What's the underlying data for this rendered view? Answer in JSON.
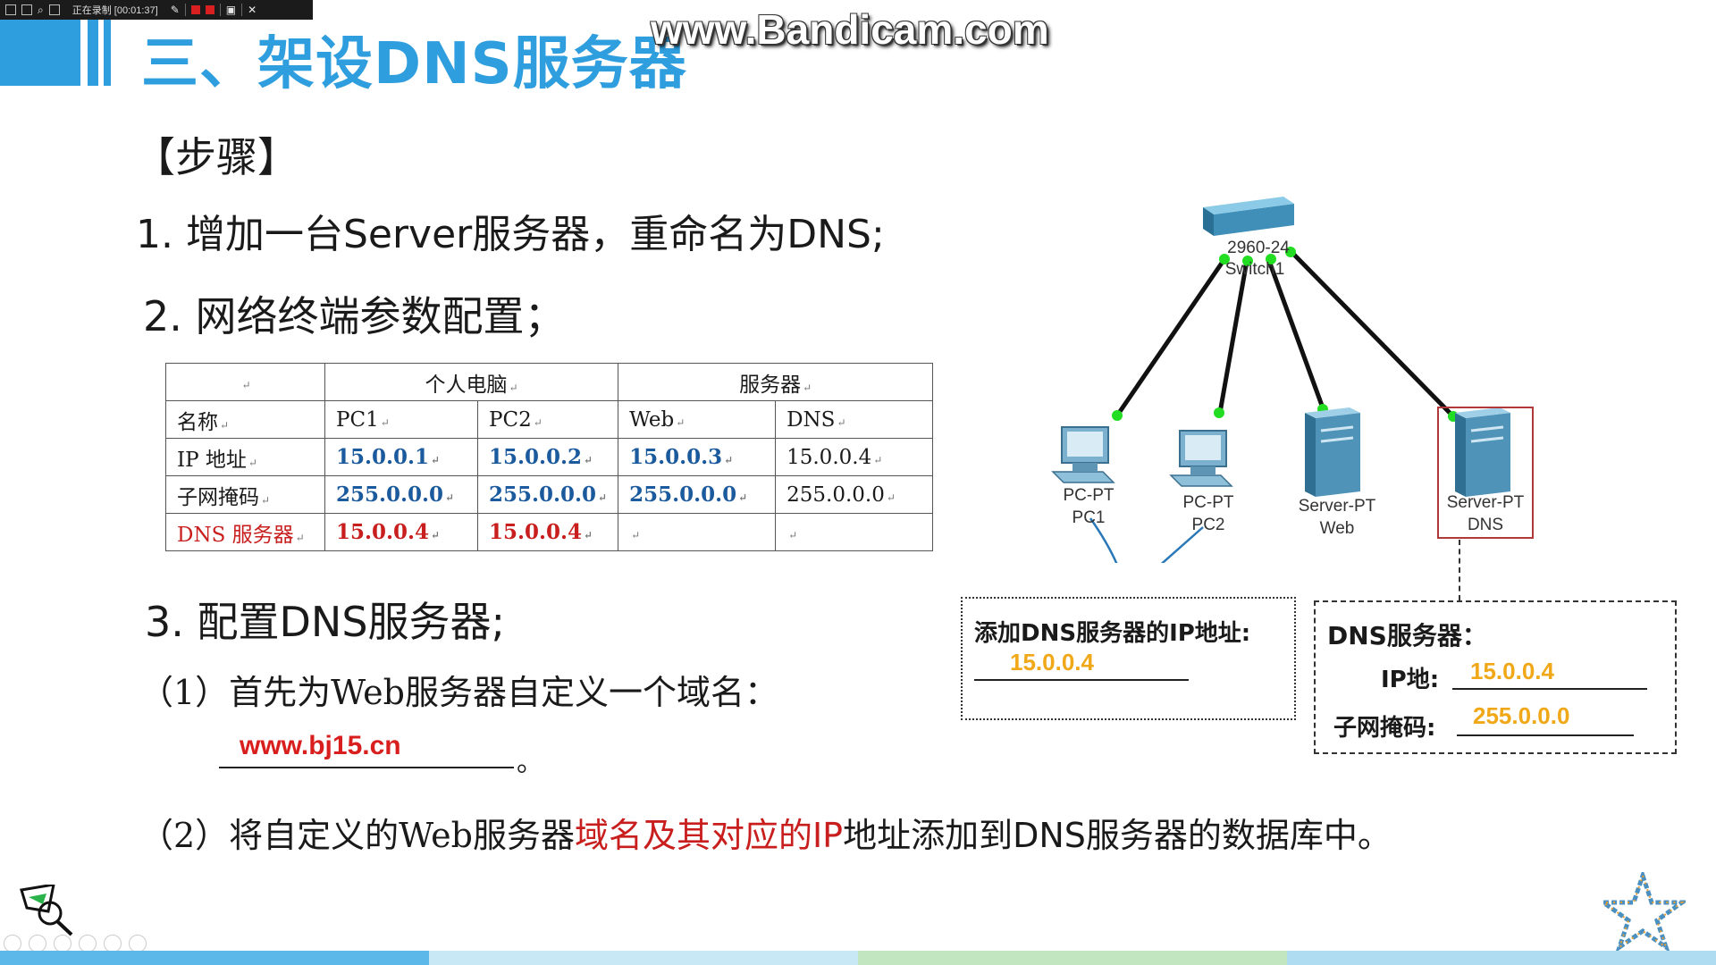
{
  "recorder": {
    "status": "正在录制 [00:01:37]"
  },
  "watermark": "www.Bandicam.com",
  "page_title": "三、架设DNS服务器",
  "steps_heading": "【步骤】",
  "step1": "1.  增加一台Server服务器，重命名为DNS;",
  "step2": "2.  网络终端参数配置；",
  "table": {
    "group_pc": "个人电脑",
    "group_server": "服务器",
    "rows": [
      {
        "label": "名称",
        "pc1": "PC1",
        "pc2": "PC2",
        "web": "Web",
        "dns": "DNS"
      },
      {
        "label": "IP  地址",
        "pc1": "15.0.0.1",
        "pc2": "15.0.0.2",
        "web": "15.0.0.3",
        "dns": "15.0.0.4"
      },
      {
        "label": "子网掩码",
        "pc1": "255.0.0.0",
        "pc2": "255.0.0.0",
        "web": "255.0.0.0",
        "dns": "255.0.0.0"
      },
      {
        "label": "DNS 服务器",
        "pc1": "15.0.0.4",
        "pc2": "15.0.0.4",
        "web": "",
        "dns": ""
      }
    ]
  },
  "step3": "3. 配置DNS服务器;",
  "sub1": "（1）首先为Web服务器自定义一个域名：",
  "domain_answer": "www.bj15.cn",
  "domain_end": "。",
  "sub2": {
    "part1": "（2）将自定义的Web服务器",
    "part2": "域名及其对应的IP",
    "part3": "地址",
    "part4": "添加到DNS服务器",
    "part5": "的数据库中。"
  },
  "diagram": {
    "switch_model": "2960-24",
    "switch_name": "Switch1",
    "devices": [
      {
        "type": "PC-PT",
        "name": "PC1"
      },
      {
        "type": "PC-PT",
        "name": "PC2"
      },
      {
        "type": "Server-PT",
        "name": "Web"
      },
      {
        "type": "Server-PT",
        "name": "DNS"
      }
    ]
  },
  "client_box": {
    "title": "添加DNS服务器的IP地址:",
    "ip": "15.0.0.4"
  },
  "server_box": {
    "title": "DNS服务器：",
    "ip_label": "IP地:",
    "ip": "15.0.0.4",
    "mask_label": "子网掩码:",
    "mask": "255.0.0.0"
  },
  "colors": {
    "accent": "#2f9ede",
    "answer_red": "#d91e1e",
    "answer_yellow": "#f0a818",
    "value_blue": "#1c5a9e"
  },
  "bottom_bar_colors": [
    "#5bb8e8",
    "#c8e8f6",
    "#c2e6c0",
    "#b0dcf2"
  ]
}
